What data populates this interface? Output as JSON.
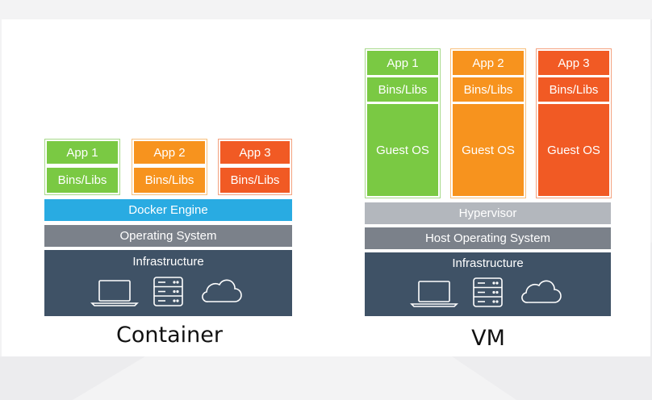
{
  "container": {
    "apps": [
      {
        "app": "App 1",
        "libs": "Bins/Libs"
      },
      {
        "app": "App 2",
        "libs": "Bins/Libs"
      },
      {
        "app": "App 3",
        "libs": "Bins/Libs"
      }
    ],
    "engine": "Docker Engine",
    "os": "Operating System",
    "infra": "Infrastructure",
    "caption": "Container"
  },
  "vm": {
    "apps": [
      {
        "app": "App 1",
        "libs": "Bins/Libs",
        "guest": "Guest OS"
      },
      {
        "app": "App 2",
        "libs": "Bins/Libs",
        "guest": "Guest OS"
      },
      {
        "app": "App 3",
        "libs": "Bins/Libs",
        "guest": "Guest OS"
      }
    ],
    "hypervisor": "Hypervisor",
    "host_os": "Host Operating System",
    "infra": "Infrastructure",
    "caption": "VM"
  },
  "colors": {
    "app1": "#7ac943",
    "app2": "#f7931e",
    "app3": "#f15a24",
    "docker_engine": "#29abe2",
    "os_layer": "#7b818a",
    "hypervisor": "#b3b7bd",
    "infrastructure": "#3f5266"
  },
  "icons": [
    "laptop-icon",
    "server-icon",
    "cloud-icon"
  ]
}
